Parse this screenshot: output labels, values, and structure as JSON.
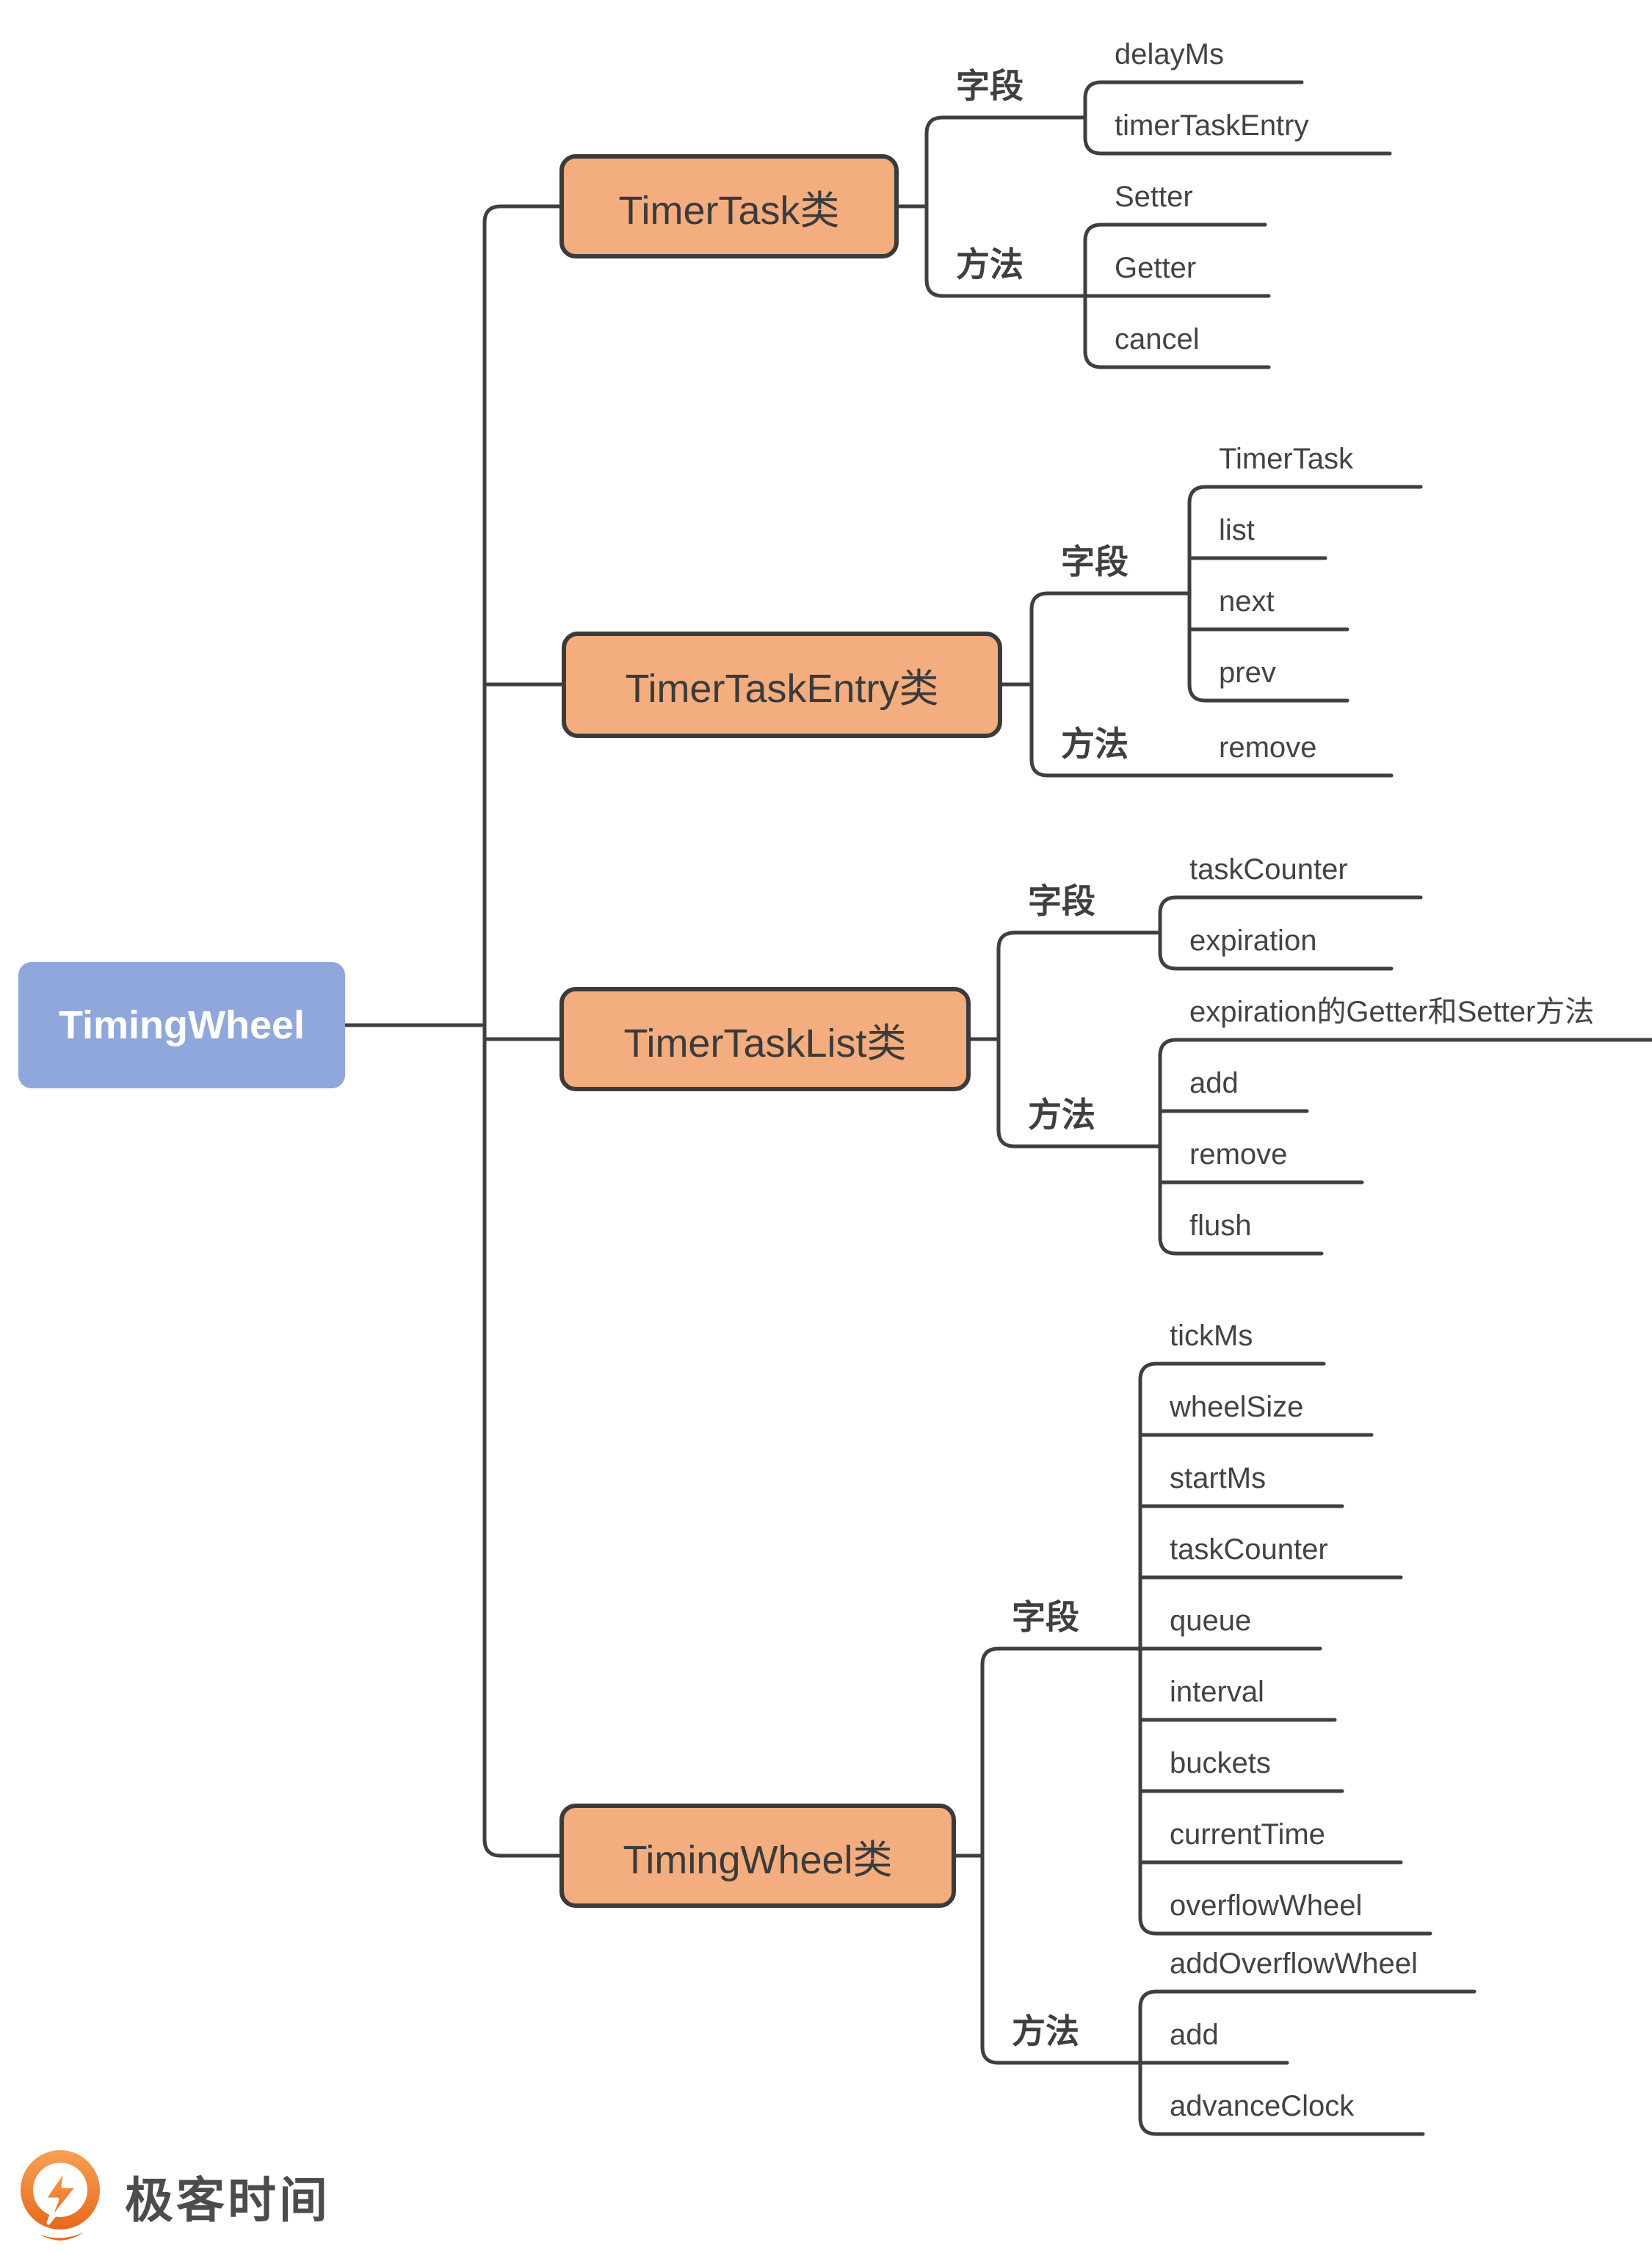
{
  "root": {
    "label": "TimingWheel"
  },
  "branches": [
    {
      "title": "TimerTask类",
      "groups": [
        {
          "label": "字段",
          "items": [
            "delayMs",
            "timerTaskEntry"
          ]
        },
        {
          "label": "方法",
          "items": [
            "Setter",
            "Getter",
            "cancel"
          ]
        }
      ]
    },
    {
      "title": "TimerTaskEntry类",
      "groups": [
        {
          "label": "字段",
          "items": [
            "TimerTask",
            "list",
            "next",
            "prev"
          ]
        },
        {
          "label": "方法",
          "items": [
            "remove"
          ]
        }
      ]
    },
    {
      "title": "TimerTaskList类",
      "groups": [
        {
          "label": "字段",
          "items": [
            "taskCounter",
            "expiration"
          ]
        },
        {
          "label": "方法",
          "items": [
            "expiration的Getter和Setter方法",
            "add",
            "remove",
            "flush"
          ]
        }
      ]
    },
    {
      "title": "TimingWheel类",
      "groups": [
        {
          "label": "字段",
          "items": [
            "tickMs",
            "wheelSize",
            "startMs",
            "taskCounter",
            "queue",
            "interval",
            "buckets",
            "currentTime",
            "overflowWheel"
          ]
        },
        {
          "label": "方法",
          "items": [
            "addOverflowWheel",
            "add",
            "advanceClock"
          ]
        }
      ]
    }
  ],
  "footer": {
    "brand": "极客时间"
  },
  "colors": {
    "class_node_fill": "#F3AD7F",
    "class_node_border": "#3B3B3B",
    "root_node_fill": "#8FA7DB",
    "connector_line": "#3F3F3F",
    "text": "#3F3F3F",
    "brand_orange": "#E8681C"
  }
}
